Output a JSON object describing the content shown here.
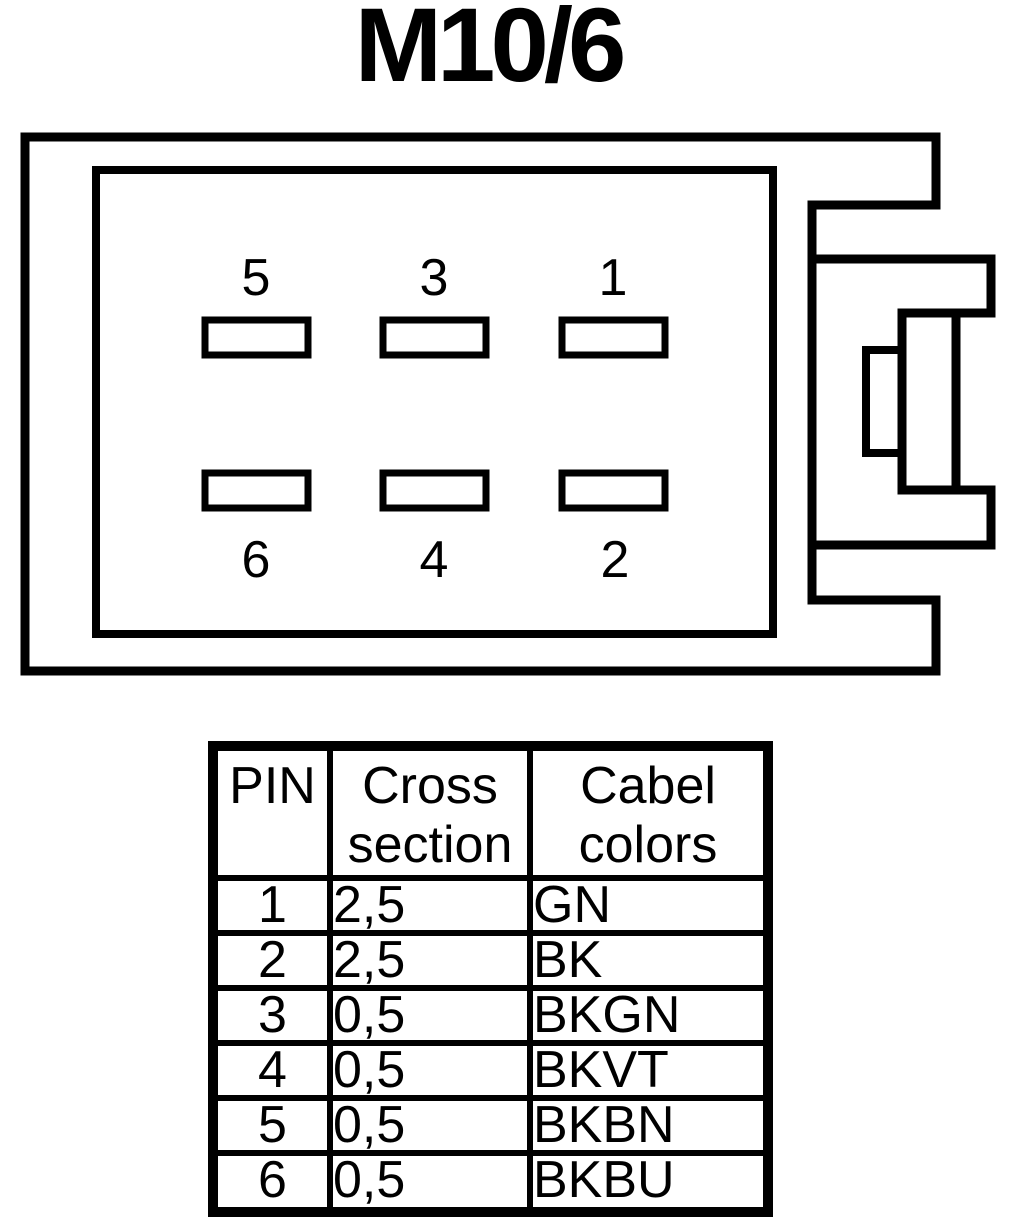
{
  "title": "M10/6",
  "connector": {
    "pins_top": [
      "5",
      "3",
      "1"
    ],
    "pins_bottom": [
      "6",
      "4",
      "2"
    ]
  },
  "table": {
    "headers": {
      "pin": "PIN",
      "cross": "Cross section",
      "colors": "Cabel colors"
    },
    "rows": [
      {
        "pin": "1",
        "cross": "2,5",
        "color": "GN"
      },
      {
        "pin": "2",
        "cross": "2,5",
        "color": "BK"
      },
      {
        "pin": "3",
        "cross": "0,5",
        "color": "BKGN"
      },
      {
        "pin": "4",
        "cross": "0,5",
        "color": "BKVT"
      },
      {
        "pin": "5",
        "cross": "0,5",
        "color": "BKBN"
      },
      {
        "pin": "6",
        "cross": "0,5",
        "color": "BKBU"
      }
    ]
  },
  "colors": {
    "line": "#000000",
    "background": "#ffffff"
  }
}
